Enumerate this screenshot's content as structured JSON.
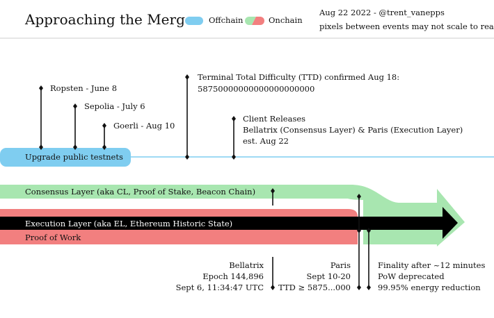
{
  "header": {
    "title": "Approaching the Merge",
    "legend": [
      {
        "label": "Offchain",
        "color": "#7fcdf0"
      },
      {
        "label": "Onchain",
        "color_left": "#a8e6b0",
        "color_right": "#f27f7f"
      }
    ],
    "meta_line1": "Aug 22 2022 - @trent_vanepps",
    "meta_line2": "pixels between events may not scale to reality"
  },
  "testnets": {
    "bar_label": "Upgrade public testnets",
    "ropsten": "Ropsten - June 8",
    "sepolia": "Sepolia - July 6",
    "goerli": "Goerli - Aug 10"
  },
  "ttd": {
    "line1": "Terminal Total Difficulty (TTD) confirmed Aug 18:",
    "line2": "58750000000000000000000"
  },
  "client_releases": {
    "line1": "Client Releases",
    "line2": "Bellatrix (Consensus Layer) & Paris (Execution Layer)",
    "line3": "est. Aug 22"
  },
  "layers": {
    "consensus": "Consensus Layer (aka CL, Proof of Stake, Beacon Chain)",
    "execution": "Execution Layer (aka EL, Ethereum Historic State)",
    "pow": "Proof of Work"
  },
  "bellatrix": {
    "line1": "Bellatrix",
    "line2": "Epoch 144,896",
    "line3": "Sept 6, 11:34:47 UTC"
  },
  "paris": {
    "line1": "Paris",
    "line2": "Sept 10-20",
    "line3": "TTD ≥ 5875...000"
  },
  "finality": {
    "line1": "Finality after ~12 minutes",
    "line2": "PoW deprecated",
    "line3": "99.95% energy reduction"
  },
  "colors": {
    "offchain": "#7fcdf0",
    "consensus": "#a8e6b0",
    "execution": "#000000",
    "pow": "#f27f7f",
    "divider": "#cccccc"
  }
}
